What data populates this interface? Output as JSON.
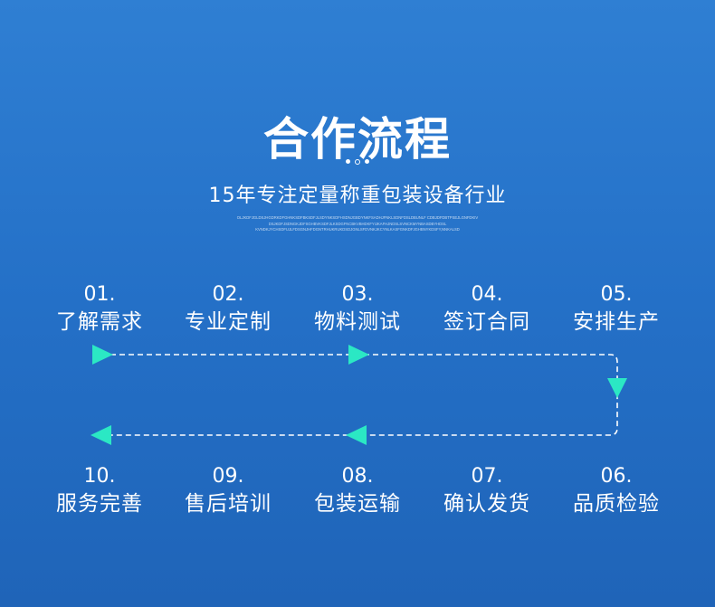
{
  "title": "合作流程",
  "subtitle": "15年专注定量称重包装设备行业",
  "fine_print": [
    "OLJKDFJGLDSJHGDRKDFGHNKSDFBKSDFJLSDYNKSDFHSDNJGBDYNKFSADHJFNKLSDNFDSLDBUNLF CDBJDFDBTPSEJLGNFDKIV",
    "DSJKDFJSDNGKJDFSGHBVKSDFJLKSDGFNCBKVBHDKFYIJKAFHJNDSLSVNCKMYNBASDBYHDSL",
    "KVNDKJYCHSDFUJLFDSGNJHFDGNTRHUKRUKDSDJGNLSFDVNKJKCYNLKASFGNKDFJGHBNYKDSFY,NNKALSD"
  ],
  "steps_top": [
    {
      "num": "01.",
      "label": "了解需求"
    },
    {
      "num": "02.",
      "label": "专业定制"
    },
    {
      "num": "03.",
      "label": "物料测试"
    },
    {
      "num": "04.",
      "label": "签订合同"
    },
    {
      "num": "05.",
      "label": "安排生产"
    }
  ],
  "steps_bottom": [
    {
      "num": "10.",
      "label": "服务完善"
    },
    {
      "num": "09.",
      "label": "售后培训"
    },
    {
      "num": "08.",
      "label": "包装运输"
    },
    {
      "num": "07.",
      "label": "确认发货"
    },
    {
      "num": "06.",
      "label": "品质检验"
    }
  ],
  "colors": {
    "background_top": "#2f7fd3",
    "background_bottom": "#1f64b8",
    "arrow": "#2be8c4",
    "text": "#ffffff"
  }
}
